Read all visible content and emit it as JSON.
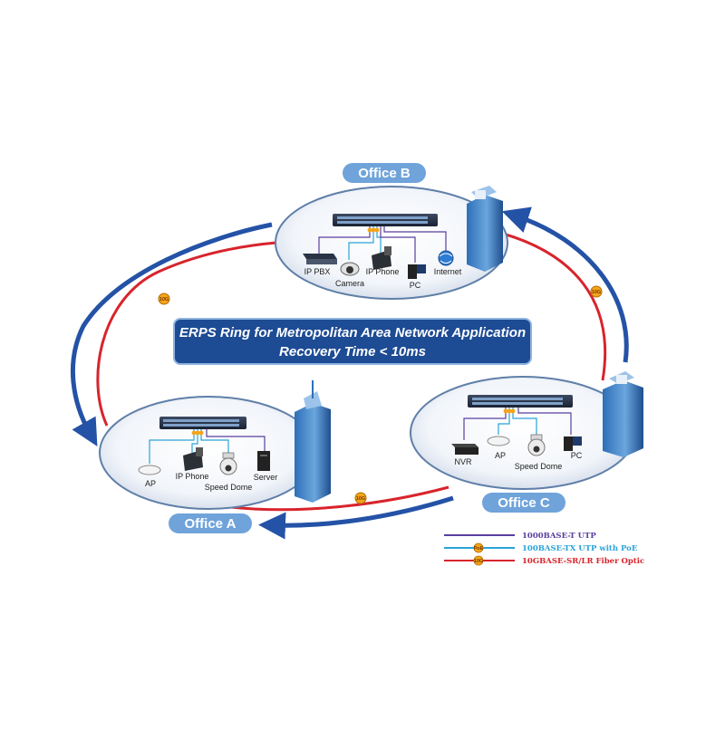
{
  "banner": {
    "line1": "ERPS Ring for Metropolitan Area Network Application",
    "line2": "Recovery Time < 10ms"
  },
  "offices": {
    "a": {
      "label": "Office A",
      "devices": [
        "AP",
        "IP Phone",
        "Speed Dome",
        "Server"
      ]
    },
    "b": {
      "label": "Office B",
      "devices": [
        "IP PBX",
        "Camera",
        "IP Phone",
        "PC",
        "Internet"
      ]
    },
    "c": {
      "label": "Office C",
      "devices": [
        "NVR",
        "AP",
        "Speed Dome",
        "PC"
      ]
    }
  },
  "links": {
    "fiber_badge": "10G"
  },
  "legend": [
    {
      "label": "1000BASE-T UTP",
      "color": "#5a3f9e",
      "badge": ""
    },
    {
      "label": "100BASE-TX UTP with PoE",
      "color": "#2aa4d8",
      "badge": "PoE"
    },
    {
      "label": "10GBASE-SR/LR Fiber Optic",
      "color": "#d8242c",
      "badge": "10G"
    }
  ],
  "colors": {
    "office_pill": "#6fa3da",
    "banner": "#1d4b94",
    "arrow": "#2452a6",
    "fiber": "#d8242c",
    "utp": "#5a3f9e",
    "poe": "#2aa4d8"
  }
}
